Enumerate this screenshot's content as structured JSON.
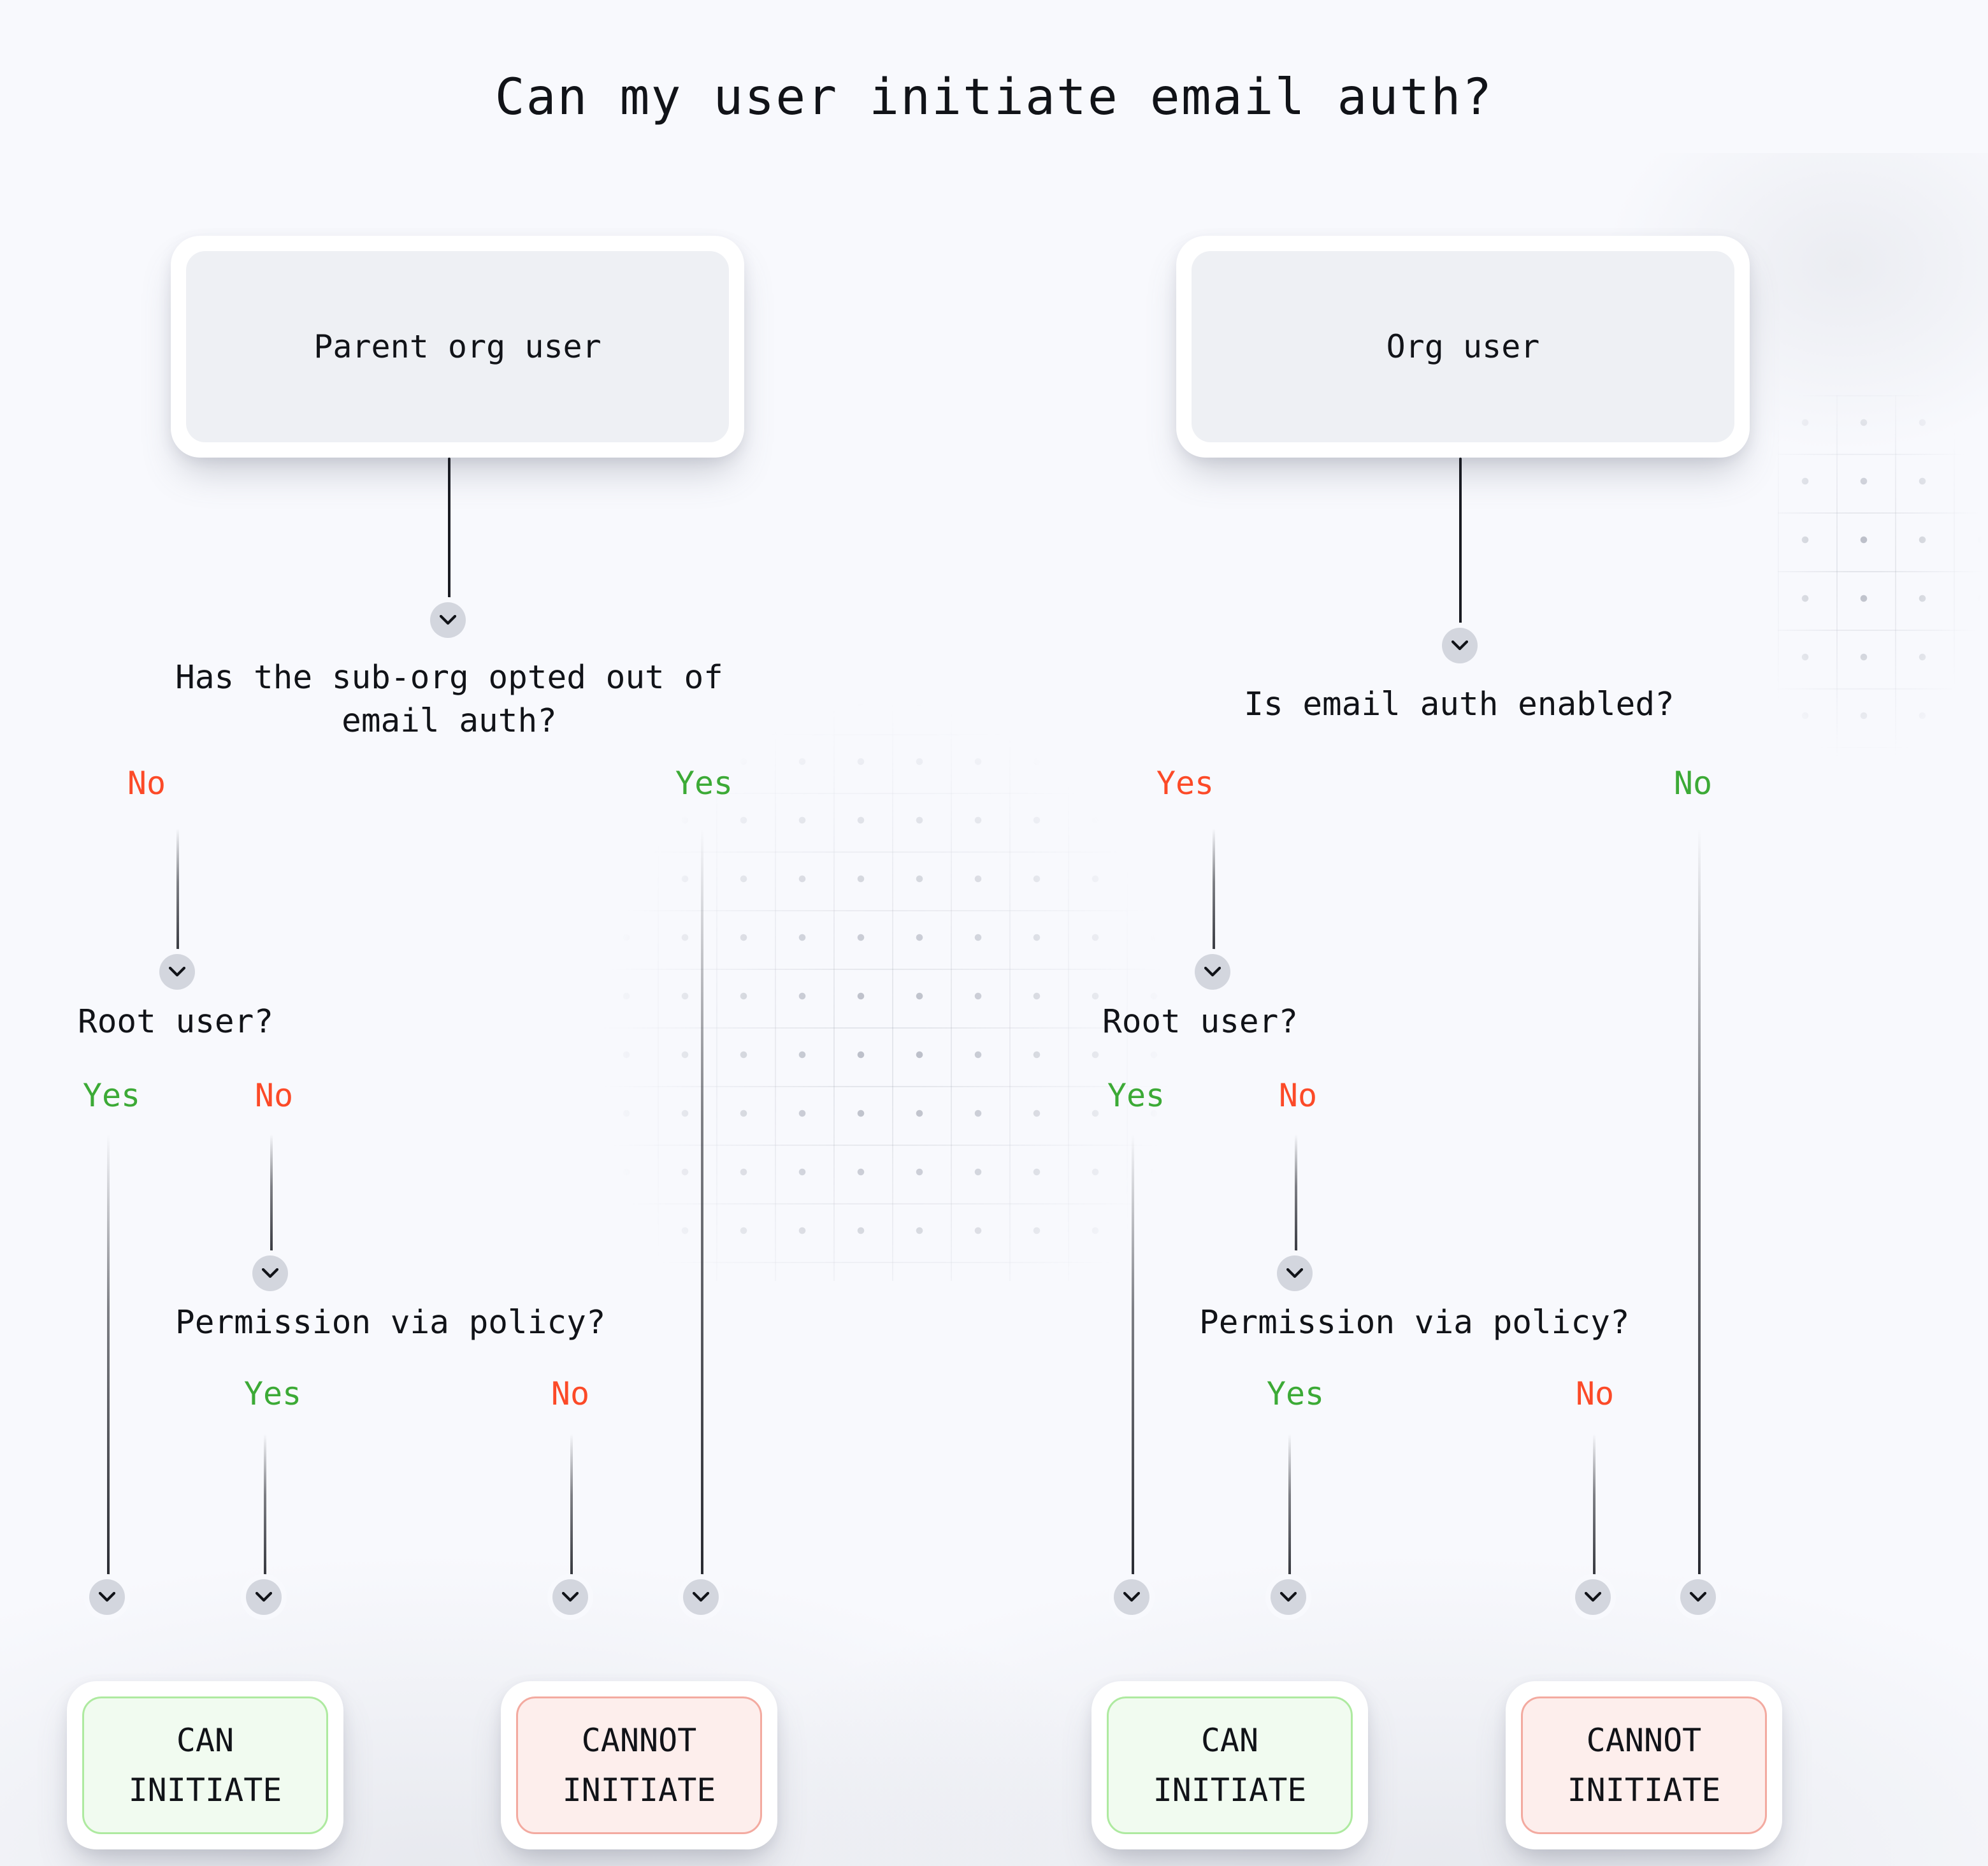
{
  "page": {
    "title": "Can my user initiate email auth?",
    "background_color": "#f8f9fd",
    "text_color": "#111318"
  },
  "colors": {
    "yes_green": "#3caa36",
    "no_red": "#fc4a28",
    "can_fill": "#f1fbf0",
    "can_border": "#aeeaa0",
    "cannot_fill": "#fdeeec",
    "cannot_border": "#f3aaa0",
    "node_fill": "#eef0f4",
    "card_white": "#ffffff",
    "connector_dot": "#d3d6de",
    "line": "#191b22"
  },
  "icons": {
    "chevron_down": "chevron-down-icon"
  },
  "flow": {
    "left_tree": {
      "root_node": "Parent org user",
      "q1": "Has the sub-org opted out of\nemail auth?",
      "q1_branch_left_label": "No",
      "q1_branch_left_color": "no_red",
      "q1_branch_right_label": "Yes",
      "q1_branch_right_color": "yes_green",
      "q2": "Root user?",
      "q2_branch_left_label": "Yes",
      "q2_branch_left_color": "yes_green",
      "q2_branch_right_label": "No",
      "q2_branch_right_color": "no_red",
      "q3": "Permission via policy?",
      "q3_branch_left_label": "Yes",
      "q3_branch_left_color": "yes_green",
      "q3_branch_right_label": "No",
      "q3_branch_right_color": "no_red",
      "outcome_can": "CAN\nINITIATE",
      "outcome_cannot": "CANNOT\nINITIATE"
    },
    "right_tree": {
      "root_node": "Org user",
      "q1": "Is email auth enabled?",
      "q1_branch_left_label": "Yes",
      "q1_branch_left_color": "no_red",
      "q1_branch_right_label": "No",
      "q1_branch_right_color": "yes_green",
      "q2": "Root user?",
      "q2_branch_left_label": "Yes",
      "q2_branch_left_color": "yes_green",
      "q2_branch_right_label": "No",
      "q2_branch_right_color": "no_red",
      "q3": "Permission via policy?",
      "q3_branch_left_label": "Yes",
      "q3_branch_left_color": "yes_green",
      "q3_branch_right_label": "No",
      "q3_branch_right_color": "no_red",
      "outcome_can": "CAN\nINITIATE",
      "outcome_cannot": "CANNOT\nINITIATE"
    }
  }
}
